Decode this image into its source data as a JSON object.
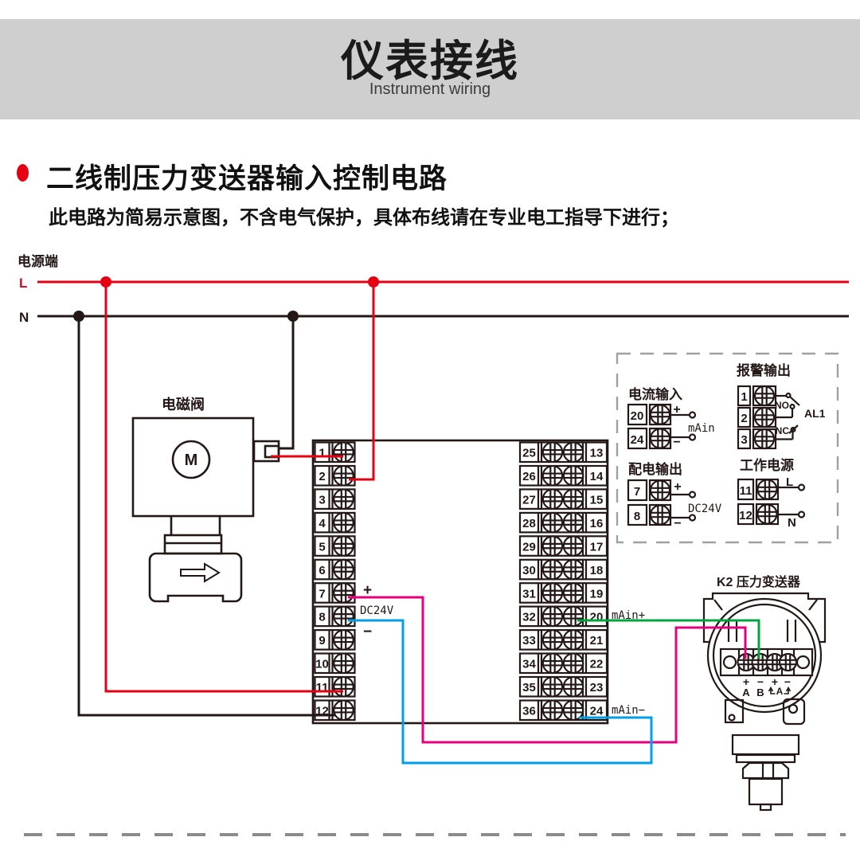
{
  "header": {
    "title": "仪表接线",
    "subtitle": "Instrument wiring"
  },
  "intro": {
    "heading": "二线制压力变送器输入控制电路",
    "note": "此电路为简易示意图，不含电气保护，具体布线请在专业电工指导下进行；"
  },
  "power_rails": {
    "label": "电源端",
    "live": "L",
    "neutral": "N"
  },
  "solenoid": {
    "label": "电磁阀",
    "motor": "M"
  },
  "instrument": {
    "left_terminals": [
      "1",
      "2",
      "3",
      "4",
      "5",
      "6",
      "7",
      "8",
      "9",
      "10",
      "11",
      "12"
    ],
    "mid_left_terminals": [
      "25",
      "26",
      "27",
      "28",
      "29",
      "30",
      "31",
      "32",
      "33",
      "34",
      "35",
      "36"
    ],
    "mid_right_terminals": [
      "13",
      "14",
      "15",
      "16",
      "17",
      "18",
      "19",
      "20",
      "21",
      "22",
      "23",
      "24"
    ],
    "dc24v_plus": "+",
    "dc24v_minus": "−",
    "dc24v": "DC24V",
    "main_in_plus": "mAin+",
    "main_in_minus": "mAin−"
  },
  "legend": {
    "current_input": {
      "title": "电流输入",
      "terminal_top": "20",
      "terminal_bottom": "24",
      "plus": "+",
      "minus": "−",
      "signal": "mAin"
    },
    "alarm_output": {
      "title": "报警输出",
      "terminal_1": "1",
      "terminal_2": "2",
      "terminal_3": "3",
      "no_label": "NO",
      "nc_label": "NC",
      "relay": "AL1"
    },
    "power_output": {
      "title": "配电输出",
      "terminal_top": "7",
      "terminal_bottom": "8",
      "plus": "+",
      "minus": "−",
      "signal": "DC24V"
    },
    "working_power": {
      "title": "工作电源",
      "terminal_top": "11",
      "terminal_bottom": "12",
      "live": "L",
      "neutral": "N"
    }
  },
  "transmitter": {
    "label": "K2 压力变送器",
    "polarity": [
      "+",
      "−",
      "+",
      "−"
    ],
    "pin_a": "A",
    "pin_b": "B",
    "ammeter": "A"
  },
  "colors": {
    "live_wire": "#e60012",
    "neutral_wire": "#231815",
    "positive_wire": "#e4007f",
    "negative_wire": "#00a0e9",
    "signal_wire": "#00a63c",
    "header_bar": "#d0cfd0"
  }
}
